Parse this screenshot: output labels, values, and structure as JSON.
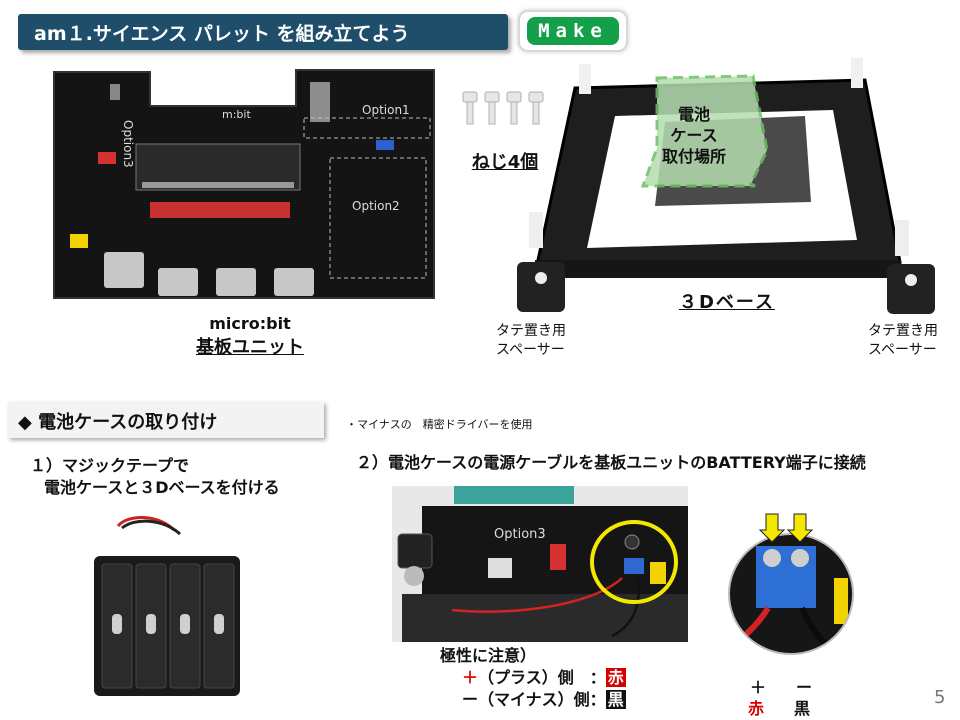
{
  "header": {
    "title": "am１.サイエンス パレット を組み立てよう",
    "badge": "Make"
  },
  "board": {
    "silk_mbit": "m:bit",
    "silk_option1": "Option1",
    "silk_option2": "Option2",
    "silk_option3": "Option3",
    "caption_line1": "micro:bit",
    "caption_line2": "基板ユニット"
  },
  "screws": {
    "caption": "ねじ4個"
  },
  "base": {
    "battery_area_label": "電池\nケース\n取付場所",
    "battery_area_l1": "電池",
    "battery_area_l2": "ケース",
    "battery_area_l3": "取付場所",
    "caption": "３Dベース"
  },
  "spacers": {
    "left_line1": "タテ置き用",
    "left_line2": "スペーサー",
    "right_line1": "タテ置き用",
    "right_line2": "スペーサー"
  },
  "section": {
    "title": "◆ 電池ケースの取り付け",
    "note": "・マイナスの　精密ドライバーを使用",
    "step1_line1": "１）マジックテープで",
    "step1_line2": "電池ケースと３Dベースを付ける",
    "step2": "２）電池ケースの電源ケーブルを基板ユニットのBATTERY端子に接続"
  },
  "closeup": {
    "silk_option3": "Option3"
  },
  "polarity": {
    "heading": "極性に注意）",
    "plus_sign": "＋",
    "plus_text": "（プラス）側　：",
    "plus_color": "赤",
    "minus_text": "ー（マイナス）側：",
    "minus_color": "黒"
  },
  "terminal": {
    "plus": "＋",
    "minus": "ー",
    "red": "赤",
    "black": "黒"
  },
  "page_number": "5",
  "colors": {
    "title_bar": "#1f4e6b",
    "make_green": "#14a04a",
    "red": "#d80000"
  }
}
